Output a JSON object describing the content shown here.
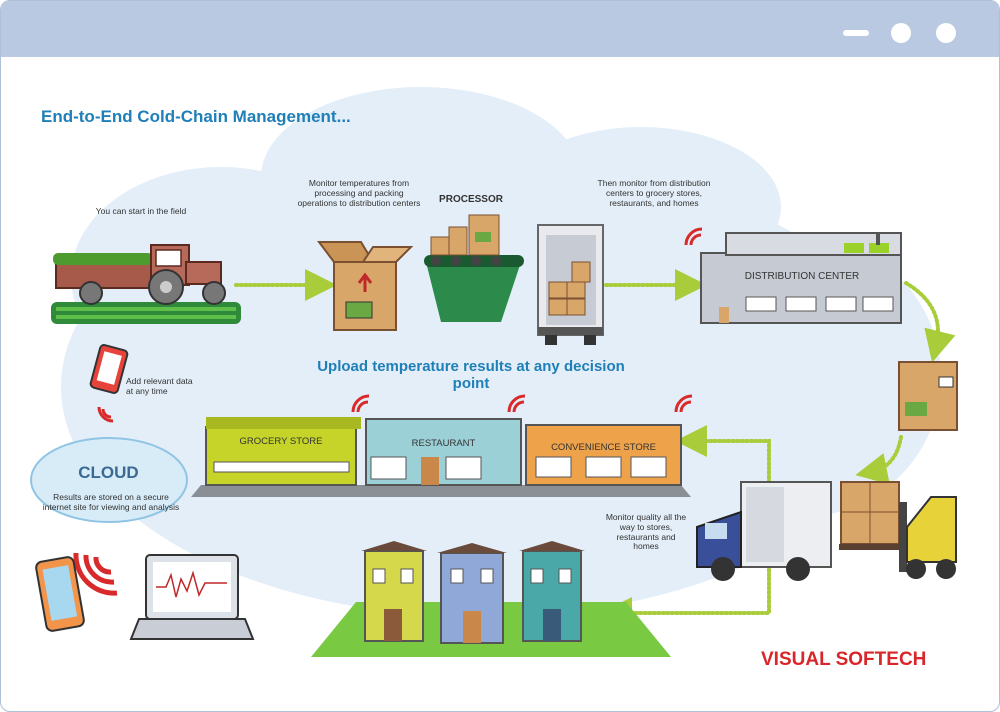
{
  "window": {
    "controls": [
      "minimize",
      "maximize",
      "close"
    ]
  },
  "diagram": {
    "title": "End-to-End Cold-Chain Management...",
    "captions": {
      "field": "You can start in the field",
      "processing": "Monitor temperatures from processing and packing operations to distribution centers",
      "processor": "PROCESSOR",
      "distribution": "Then monitor from distribution centers to grocery stores, restaurants, and homes",
      "distribution_center": "DISTRIBUTION CENTER",
      "upload": "Upload temperature results at any decision point",
      "add_data": "Add relevant data at any time",
      "cloud": "CLOUD",
      "cloud_desc": "Results are stored on a secure internet site for viewing and analysis",
      "grocery": "GROCERY STORE",
      "restaurant": "RESTAURANT",
      "convenience": "CONVENIENCE STORE",
      "monitor_quality": "Monitor quality all the way to stores, restaurants and homes"
    },
    "colors": {
      "accent": "#1f7fb8",
      "arrow": "#a8cc3a",
      "brand": "#d8262a",
      "signal": "#d82a2a"
    },
    "brand": "VISUAL SOFTECH"
  }
}
